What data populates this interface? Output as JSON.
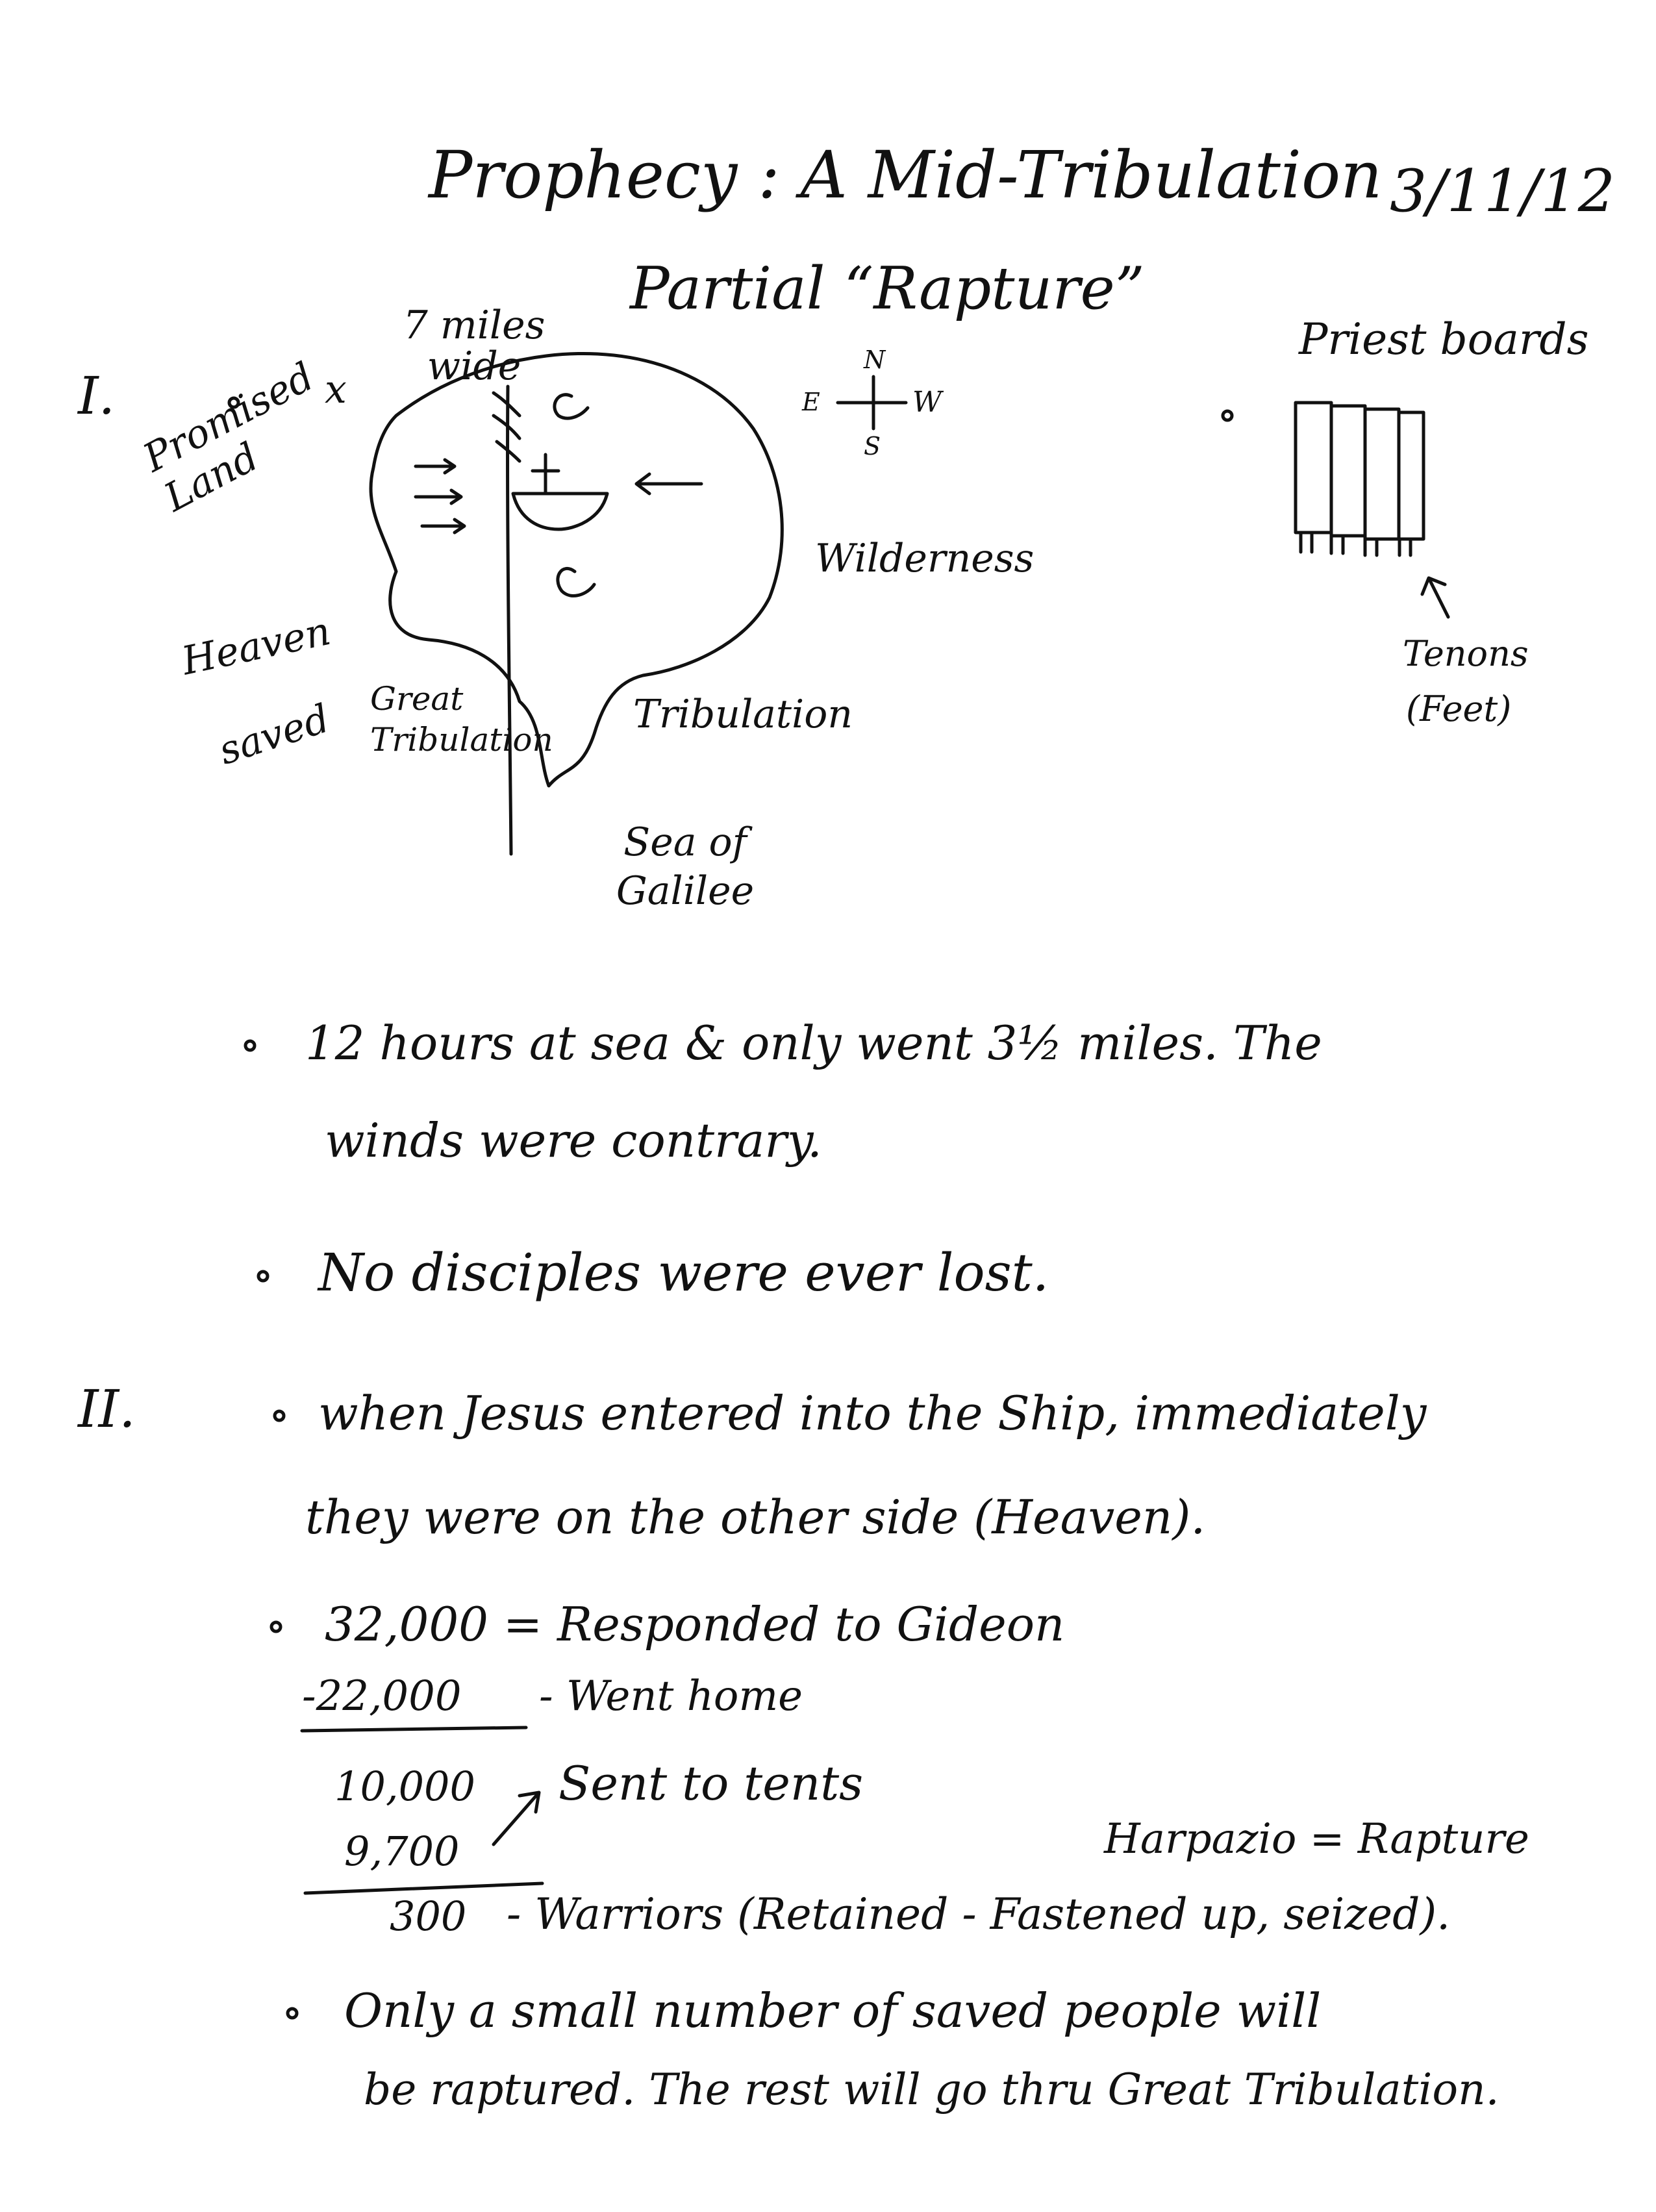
{
  "title": {
    "line1": "Prophecy : A Mid-Tribulation",
    "line2": "Partial “Rapture”",
    "date": "3/11/12"
  },
  "section_1": {
    "numeral": "I.",
    "x_mark": "x",
    "diagram_labels": {
      "width": "7 miles wide",
      "promised_land": "Promised Land",
      "heaven": "Heaven",
      "saved": "saved",
      "great_tribulation": "Great Tribulation",
      "tribulation": "Tribulation",
      "wilderness": "Wilderness",
      "sea_of_galilee": "Sea of Galilee",
      "compass": {
        "n": "N",
        "e": "E",
        "w": "W",
        "s": "S"
      }
    },
    "priest_boards": {
      "label": "Priest boards",
      "tenons": "Tenons",
      "feet": "(Feet)"
    },
    "bullets": [
      "12 hours at sea & only went 3½ miles. The",
      "winds were contrary.",
      "No disciples were ever lost."
    ]
  },
  "section_2": {
    "numeral": "II.",
    "bullet_1": [
      "when Jesus entered into the Ship, immediately",
      "they were on the other side (Heaven)."
    ],
    "gideon": {
      "r1": "32,000 = Responded to Gideon",
      "r2n": "-22,000",
      "r2t": "- Went home",
      "r3n": "10,000",
      "r3t": "Sent to tents",
      "r4n": "9,700",
      "r5n": "300",
      "r5t": "- Warriors (Retained - Fastened up, seized)."
    },
    "harpazio": "Harpazio = Rapture",
    "bullet_3": [
      "Only a small number of saved people will",
      "be raptured. The rest will go thru Great Tribulation."
    ]
  }
}
